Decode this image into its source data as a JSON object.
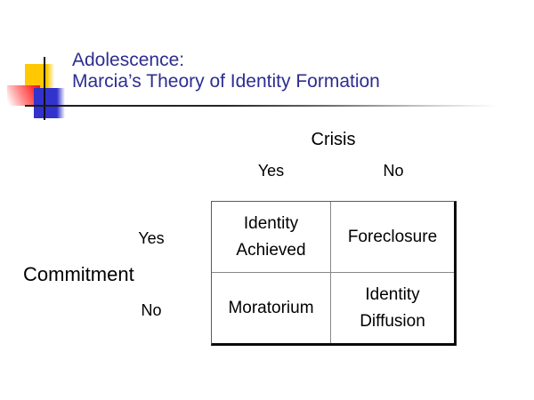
{
  "title": {
    "line1": "Adolescence:",
    "line2": "Marcia’s Theory of Identity Formation",
    "color": "#2D2D92"
  },
  "decoration": {
    "yellow_square": "#FFC800",
    "red_square": "#FF1616",
    "blue_square": "#3232CC",
    "line_color": "#111111"
  },
  "matrix": {
    "column_axis": {
      "label": "Crisis",
      "yes": "Yes",
      "no": "No"
    },
    "row_axis": {
      "label": "Commitment",
      "yes": "Yes",
      "no": "No"
    },
    "cells": {
      "crisis_yes_commitment_yes": "Identity\nAchieved",
      "crisis_no_commitment_yes": "Foreclosure",
      "crisis_yes_commitment_no": "Moratorium",
      "crisis_no_commitment_no": "Identity\nDiffusion"
    }
  }
}
